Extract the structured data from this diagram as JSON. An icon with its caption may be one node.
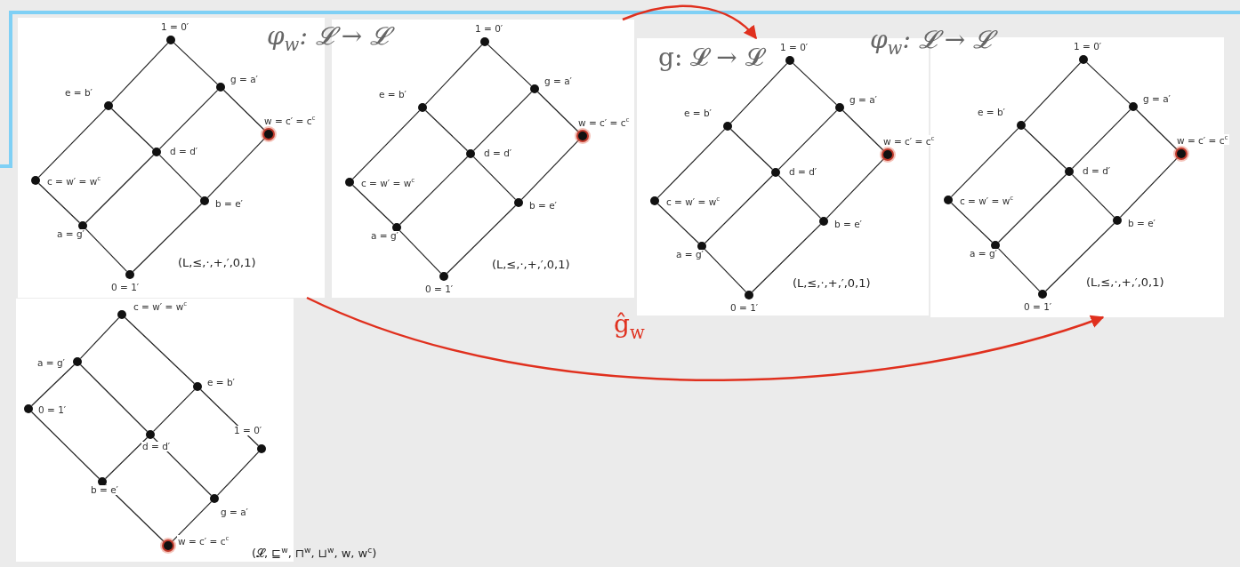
{
  "diagram": {
    "nodes": [
      {
        "text": [
          "(L,≤,·,+,′,0,1)"
        ]
      },
      {
        "text": [],
        "shape": "circle",
        "in": 0,
        "beside": [
          "1 = 0′"
        ]
      },
      {
        "text": [],
        "shape": "circle",
        "in": 0,
        "beside": [
          "e = b′"
        ]
      },
      {
        "text": [],
        "shape": "circle",
        "in": 0,
        "beside": [
          "g = a′"
        ]
      },
      {
        "text": [],
        "shape": "circle",
        "in": 0,
        "beside": [
          "w = c′ = c$^{c}$"
        ]
      },
      {
        "text": [],
        "shape": "circle",
        "in": 0,
        "beside": [
          "d = d′"
        ]
      },
      {
        "text": [],
        "shape": "circle",
        "in": 0,
        "beside": [
          "c = w′ = w$^{c}$"
        ]
      },
      {
        "text": [],
        "shape": "circle",
        "in": 0,
        "beside": [
          "b = e′"
        ]
      },
      {
        "text": [],
        "shape": "circle",
        "in": 0,
        "beside": [
          "a = g′"
        ]
      },
      {
        "text": [],
        "shape": "circle",
        "in": 0,
        "beside": [
          "0 = 1′"
        ]
      },
      {
        "text": [
          "(L,≤,·,+,′,0,1)"
        ]
      },
      {
        "text": [],
        "shape": "circle",
        "in": 10,
        "beside": [
          "1 = 0′"
        ]
      },
      {
        "text": [],
        "shape": "circle",
        "in": 10,
        "beside": [
          "e = b′"
        ]
      },
      {
        "text": [],
        "shape": "circle",
        "in": 10,
        "beside": [
          "g = a′"
        ]
      },
      {
        "text": [],
        "shape": "circle",
        "in": 10,
        "beside": [
          "w = c′ = c$^{c}$"
        ]
      },
      {
        "text": [],
        "shape": "circle",
        "in": 10,
        "beside": [
          "d = d′"
        ]
      },
      {
        "text": [],
        "shape": "circle",
        "in": 10,
        "beside": [
          "c = w′ = w$^{c}$"
        ]
      },
      {
        "text": [],
        "shape": "circle",
        "in": 10,
        "beside": [
          "b = e′"
        ]
      },
      {
        "text": [],
        "shape": "circle",
        "in": 10,
        "beside": [
          "a = g′"
        ]
      },
      {
        "text": [],
        "shape": "circle",
        "in": 10,
        "beside": [
          "0 = 1′"
        ]
      },
      {
        "text": [
          "(L,≤,·,+,′,0,1)"
        ]
      },
      {
        "text": [],
        "shape": "circle",
        "in": 20,
        "beside": [
          "1 = 0′"
        ]
      },
      {
        "text": [],
        "shape": "circle",
        "in": 20,
        "beside": [
          "e = b′"
        ]
      },
      {
        "text": [],
        "shape": "circle",
        "in": 20,
        "beside": [
          "g = a′"
        ]
      },
      {
        "text": [],
        "shape": "circle",
        "in": 20,
        "beside": [
          "w = c′ = c$^{c}$"
        ]
      },
      {
        "text": [],
        "shape": "circle",
        "in": 20,
        "beside": [
          "d = d′"
        ]
      },
      {
        "text": [],
        "shape": "circle",
        "in": 20,
        "beside": [
          "c = w′ = w$^{c}$"
        ]
      },
      {
        "text": [],
        "shape": "circle",
        "in": 20,
        "beside": [
          "b = e′"
        ]
      },
      {
        "text": [],
        "shape": "circle",
        "in": 20,
        "beside": [
          "a = g′"
        ]
      },
      {
        "text": [],
        "shape": "circle",
        "in": 20,
        "beside": [
          "0 = 1′"
        ]
      },
      {
        "text": [
          "(L,≤,·,+,′,0,1)"
        ]
      },
      {
        "text": [],
        "shape": "circle",
        "in": 30,
        "beside": [
          "1 = 0′"
        ]
      },
      {
        "text": [],
        "shape": "circle",
        "in": 30,
        "beside": [
          "e = b′"
        ]
      },
      {
        "text": [],
        "shape": "circle",
        "in": 30,
        "beside": [
          "g = a′"
        ]
      },
      {
        "text": [],
        "shape": "circle",
        "in": 30,
        "beside": [
          "w = c′ = c$^{c}$"
        ]
      },
      {
        "text": [],
        "shape": "circle",
        "in": 30,
        "beside": [
          "d = d′"
        ]
      },
      {
        "text": [],
        "shape": "circle",
        "in": 30,
        "beside": [
          "c = w′ = w$^{c}$"
        ]
      },
      {
        "text": [],
        "shape": "circle",
        "in": 30,
        "beside": [
          "b = e′"
        ]
      },
      {
        "text": [],
        "shape": "circle",
        "in": 30,
        "beside": [
          "a = g′"
        ]
      },
      {
        "text": [],
        "shape": "circle",
        "in": 30,
        "beside": [
          "0 = 1′"
        ]
      },
      {
        "text": [
          "(𝓛, ⊑$^{w}$, ⊓$^{w}$, ⊔$^{w}$, w, w$^{c}$)"
        ]
      },
      {
        "text": [],
        "shape": "circle",
        "in": 40,
        "beside": [
          "c = w′ = w$^{c}$"
        ]
      },
      {
        "text": [],
        "shape": "circle",
        "in": 40,
        "beside": [
          "a = g′"
        ]
      },
      {
        "text": [],
        "shape": "circle",
        "in": 40,
        "beside": [
          "e = b′"
        ]
      },
      {
        "text": [],
        "shape": "circle",
        "in": 40,
        "beside": [
          "0 = 1′"
        ]
      },
      {
        "text": [],
        "shape": "circle",
        "in": 40,
        "beside": [
          "d = d′"
        ]
      },
      {
        "text": [],
        "shape": "circle",
        "in": 40,
        "beside": [
          "1 = 0′"
        ]
      },
      {
        "text": [],
        "shape": "circle",
        "in": 40,
        "beside": [
          "b = e′"
        ]
      },
      {
        "text": [],
        "shape": "circle",
        "in": 40,
        "beside": [
          "g = a′"
        ]
      },
      {
        "text": [],
        "shape": "circle",
        "in": 40,
        "beside": [
          "w = c′ = c$^{c}$"
        ]
      }
    ],
    "edges": [
      {
        "from": 1,
        "to": 2,
        "arrow": "none"
      },
      {
        "from": 1,
        "to": 3,
        "arrow": "none"
      },
      {
        "from": 3,
        "to": 4,
        "arrow": "none"
      },
      {
        "from": 3,
        "to": 5,
        "arrow": "none"
      },
      {
        "from": 2,
        "to": 5,
        "arrow": "none"
      },
      {
        "from": 2,
        "to": 6,
        "arrow": "none"
      },
      {
        "from": 6,
        "to": 8,
        "arrow": "none"
      },
      {
        "from": 5,
        "to": 8,
        "arrow": "none"
      },
      {
        "from": 5,
        "to": 7,
        "arrow": "none"
      },
      {
        "from": 4,
        "to": 7,
        "arrow": "none"
      },
      {
        "from": 8,
        "to": 9,
        "arrow": "none"
      },
      {
        "from": 7,
        "to": 9,
        "arrow": "none"
      },
      {
        "from": 11,
        "to": 12,
        "arrow": "none"
      },
      {
        "from": 11,
        "to": 13,
        "arrow": "none"
      },
      {
        "from": 13,
        "to": 14,
        "arrow": "none"
      },
      {
        "from": 13,
        "to": 15,
        "arrow": "none"
      },
      {
        "from": 12,
        "to": 15,
        "arrow": "none"
      },
      {
        "from": 12,
        "to": 16,
        "arrow": "none"
      },
      {
        "from": 16,
        "to": 18,
        "arrow": "none"
      },
      {
        "from": 15,
        "to": 18,
        "arrow": "none"
      },
      {
        "from": 15,
        "to": 17,
        "arrow": "none"
      },
      {
        "from": 14,
        "to": 17,
        "arrow": "none"
      },
      {
        "from": 18,
        "to": 19,
        "arrow": "none"
      },
      {
        "from": 17,
        "to": 19,
        "arrow": "none"
      },
      {
        "from": 21,
        "to": 22,
        "arrow": "none"
      },
      {
        "from": 21,
        "to": 23,
        "arrow": "none"
      },
      {
        "from": 23,
        "to": 24,
        "arrow": "none"
      },
      {
        "from": 23,
        "to": 25,
        "arrow": "none"
      },
      {
        "from": 22,
        "to": 25,
        "arrow": "none"
      },
      {
        "from": 22,
        "to": 26,
        "arrow": "none"
      },
      {
        "from": 26,
        "to": 28,
        "arrow": "none"
      },
      {
        "from": 25,
        "to": 28,
        "arrow": "none"
      },
      {
        "from": 25,
        "to": 27,
        "arrow": "none"
      },
      {
        "from": 24,
        "to": 27,
        "arrow": "none"
      },
      {
        "from": 28,
        "to": 29,
        "arrow": "none"
      },
      {
        "from": 27,
        "to": 29,
        "arrow": "none"
      },
      {
        "from": 31,
        "to": 32,
        "arrow": "none"
      },
      {
        "from": 31,
        "to": 33,
        "arrow": "none"
      },
      {
        "from": 33,
        "to": 34,
        "arrow": "none"
      },
      {
        "from": 33,
        "to": 35,
        "arrow": "none"
      },
      {
        "from": 32,
        "to": 35,
        "arrow": "none"
      },
      {
        "from": 32,
        "to": 36,
        "arrow": "none"
      },
      {
        "from": 36,
        "to": 38,
        "arrow": "none"
      },
      {
        "from": 35,
        "to": 38,
        "arrow": "none"
      },
      {
        "from": 35,
        "to": 37,
        "arrow": "none"
      },
      {
        "from": 34,
        "to": 37,
        "arrow": "none"
      },
      {
        "from": 38,
        "to": 39,
        "arrow": "none"
      },
      {
        "from": 37,
        "to": 39,
        "arrow": "none"
      },
      {
        "from": 41,
        "to": 42,
        "arrow": "none"
      },
      {
        "from": 41,
        "to": 43,
        "arrow": "none"
      },
      {
        "from": 42,
        "to": 44,
        "arrow": "none"
      },
      {
        "from": 42,
        "to": 45,
        "arrow": "none"
      },
      {
        "from": 43,
        "to": 45,
        "arrow": "none"
      },
      {
        "from": 43,
        "to": 46,
        "arrow": "none"
      },
      {
        "from": 44,
        "to": 47,
        "arrow": "none"
      },
      {
        "from": 45,
        "to": 47,
        "arrow": "none"
      },
      {
        "from": 45,
        "to": 48,
        "arrow": "none"
      },
      {
        "from": 46,
        "to": 48,
        "arrow": "none"
      },
      {
        "from": 47,
        "to": 49,
        "arrow": "none"
      },
      {
        "from": 48,
        "to": 49,
        "arrow": "none"
      },
      {
        "from": 10,
        "to": 20,
        "arrow": "to",
        "label": "g: 𝓛 → 𝓛",
        "color": "#e0301e"
      },
      {
        "from": 0,
        "to": 30,
        "arrow": "to",
        "label": "ĝ$_{w}$",
        "color": "#e0301e"
      }
    ],
    "labels": [
      "φ$_{w}$: 𝓛 → 𝓛",
      "φ$_{w}$: 𝓛 → 𝓛"
    ]
  }
}
